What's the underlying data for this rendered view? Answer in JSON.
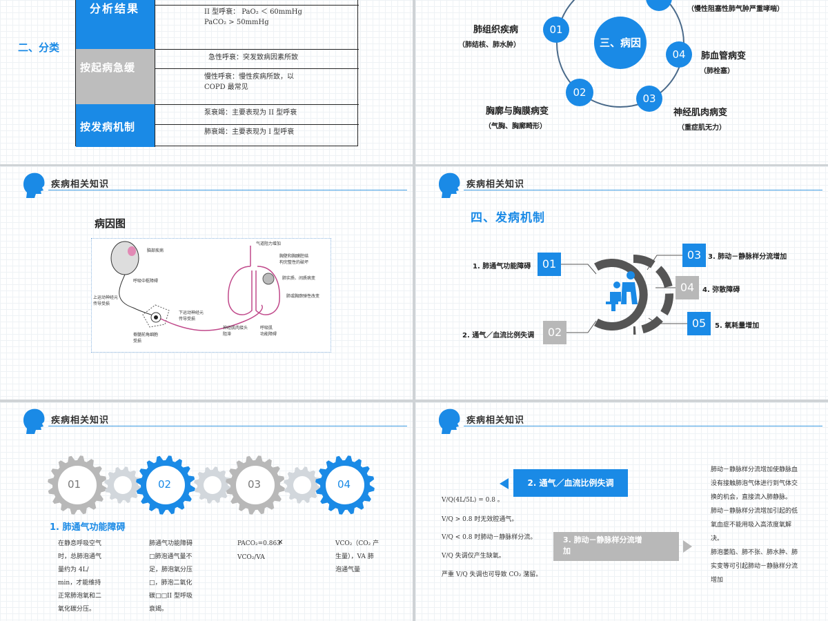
{
  "header": {
    "title": "疾病相关知识"
  },
  "slide1": {
    "side_label": "二、分类",
    "rows": [
      {
        "label": "分析结果",
        "cells": [
          "",
          "II 型呼衰： PaO₂ ＜ 60mmHg\nPaCO₂ > 50mmHg"
        ]
      },
      {
        "label": "按起病急缓",
        "cells": [
          "急性呼衰：突发致病因素所致",
          "慢性呼衰：慢性疾病所致，以\nCOPD 最常见"
        ]
      },
      {
        "label": "按发病机制",
        "cells": [
          "泵衰竭：主要表现为 II 型呼衰",
          "肺衰竭：主要表现为 I 型呼衰"
        ]
      }
    ]
  },
  "slide2": {
    "center": "三、病因",
    "top_sub": "（慢性阻塞性肺气肿严重哮喘）",
    "items": [
      {
        "num": "01",
        "title": "肺组织疾病",
        "sub": "（肺结核、肺水肿）"
      },
      {
        "num": "02",
        "title": "胸廓与胸膜病变",
        "sub": "（气胸、胸廓畸形）"
      },
      {
        "num": "03",
        "title": "神经肌肉病变",
        "sub": "（重症肌无力）"
      },
      {
        "num": "04",
        "title": "肺血管病变",
        "sub": "（肺栓塞）"
      }
    ]
  },
  "slide3": {
    "title": "病因图",
    "labels": [
      "脑部疾病",
      "呼吸中枢障碍",
      "上运动神经元\n传导受损",
      "脊髓前角细胞\n受损",
      "下运动神经元\n传导受损",
      "神经肌肉接头\n阻滞",
      "呼吸肌\n功能障碍",
      "气道阻力增加",
      "胸壁和胸膜腔结\n构完整性的破坏",
      "肺实质、间质病变",
      "肺或胸廓弹性改变"
    ]
  },
  "slide4": {
    "title": "四、发病机制",
    "items": [
      {
        "num": "01",
        "label": "1. 肺通气功能障碍",
        "color": "#1a8ae6"
      },
      {
        "num": "02",
        "label": "2. 通气／血流比例失调",
        "color": "#b8b8b8"
      },
      {
        "num": "03",
        "label": "3. 肺动－静脉样分流增加",
        "color": "#1a8ae6"
      },
      {
        "num": "04",
        "label": "4. 弥散障碍",
        "color": "#b8b8b8"
      },
      {
        "num": "05",
        "label": "5. 氧耗量增加",
        "color": "#1a8ae6"
      }
    ]
  },
  "slide5": {
    "gears": [
      "01",
      "02",
      "03",
      "04"
    ],
    "heading": "1. 肺通气功能障碍",
    "col1": "在静息呼吸空气\n时，总肺泡通气\n量约为 4L/\nmin，才能维持\n正常肺泡氧和二\n氧化碳分压。",
    "col2": "肺通气功能障碍\n□肺泡通气量不\n足，肺泡氧分压\n□，肺泡二氧化\n碳□□II 型呼吸\n衰竭。",
    "col3a": "PACO₂=0.863",
    "col3b": "VCO₂/VA",
    "col4": "VCO₂（CO₂ 产\n生量），VA 肺\n泡通气量"
  },
  "slide6": {
    "tag_main": "2. 通气／血流比例失调",
    "tag_second": "3. 肺动－静脉样分流增\n加",
    "lines": [
      "V/Q(4L/5L) = 0.8 。",
      "V/Q > 0.8 时无效腔通气。",
      "V/Q < 0.8 时肺动－静脉样分流。",
      "V/Q 失调仅产生缺氧。",
      "严重 V/Q 失调也可导致 CO₂ 潴留。"
    ],
    "right": "肺动－静脉样分流增加使静脉血\n没有接触肺泡气体进行到气体交\n换的机会，直接流入肺静脉。\n肺动－静脉样分流增加引起的低\n氧血症不能用吸入高浓度氧解\n决。\n肺泡萎陷、肺不张、肺水肿、肺\n实变等可引起肺动－静脉样分流\n增加"
  },
  "colors": {
    "accent": "#1a8ae6",
    "gray": "#b8b8b8"
  }
}
